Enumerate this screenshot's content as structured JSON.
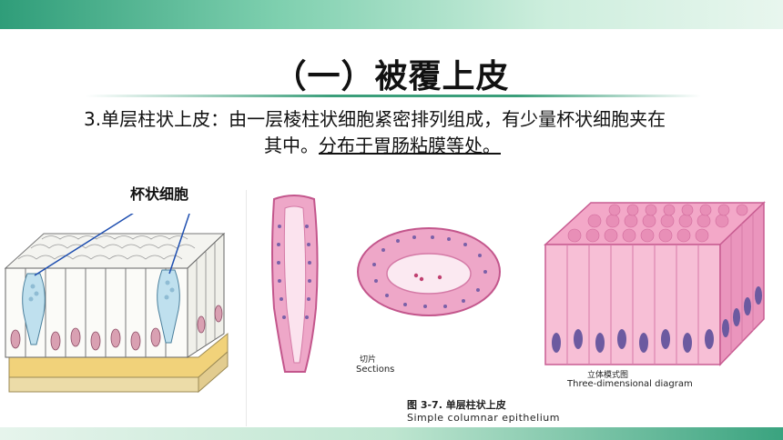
{
  "slide": {
    "title": "（一）被覆上皮",
    "paragraph": {
      "line1": "3.单层柱状上皮：由一层棱柱状细胞紧密排列组成，有少量杯状细胞夹在",
      "line2_plain": "其中。",
      "line2_underlined": "分布于胃肠粘膜等处。"
    },
    "goblet_label": "杯状细胞"
  },
  "figure": {
    "section_label_cn": "切片",
    "section_label_en": "Sections",
    "diagram_label_cn": "立体模式图",
    "diagram_label_en": "Three-dimensional diagram",
    "caption_cn": "图 3-7.   单层柱状上皮",
    "caption_en": "Simple columnar epithelium"
  },
  "colors": {
    "accent_green": "#3a9e7a",
    "tissue_pink": "#e98fb8",
    "nucleus_purple": "#6c5aa0"
  }
}
